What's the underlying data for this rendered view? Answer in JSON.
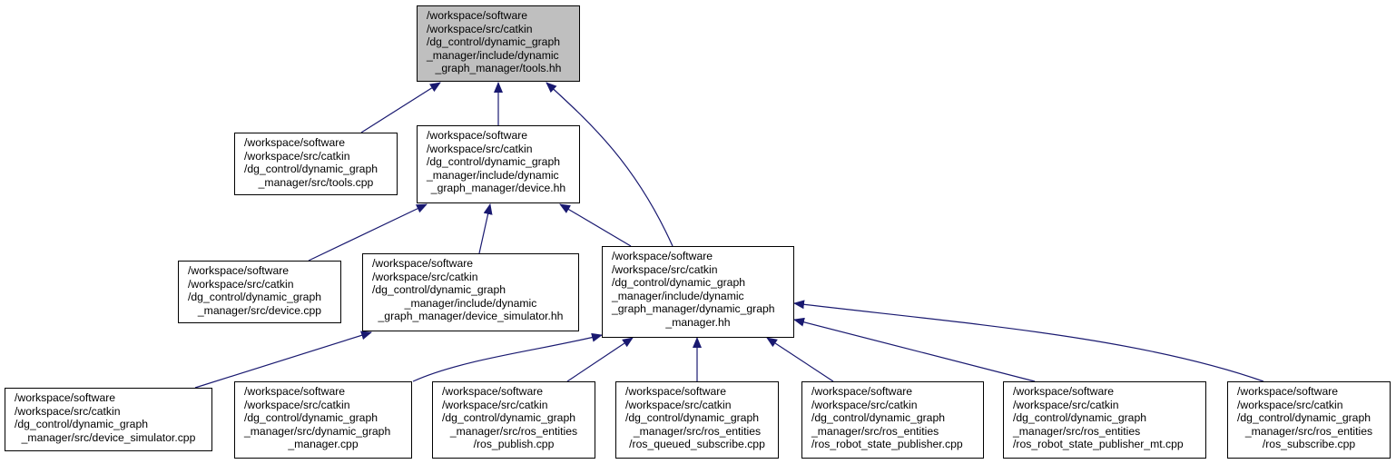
{
  "colors": {
    "edge": "#191970",
    "root_fill": "#bfbfbf",
    "node_fill": "#ffffff",
    "border": "#000000"
  },
  "nodes": {
    "tools_hh": {
      "lines": [
        "/workspace/software",
        "/workspace/src/catkin",
        "/dg_control/dynamic_graph",
        "_manager/include/dynamic",
        "_graph_manager/tools.hh"
      ]
    },
    "tools_cpp": {
      "lines": [
        "/workspace/software",
        "/workspace/src/catkin",
        "/dg_control/dynamic_graph",
        "_manager/src/tools.cpp"
      ]
    },
    "device_hh": {
      "lines": [
        "/workspace/software",
        "/workspace/src/catkin",
        "/dg_control/dynamic_graph",
        "_manager/include/dynamic",
        "_graph_manager/device.hh"
      ]
    },
    "device_cpp": {
      "lines": [
        "/workspace/software",
        "/workspace/src/catkin",
        "/dg_control/dynamic_graph",
        "_manager/src/device.cpp"
      ]
    },
    "device_sim_hh": {
      "lines": [
        "/workspace/software",
        "/workspace/src/catkin",
        "/dg_control/dynamic_graph",
        "_manager/include/dynamic",
        "_graph_manager/device_simulator.hh"
      ]
    },
    "dgm_hh": {
      "lines": [
        "/workspace/software",
        "/workspace/src/catkin",
        "/dg_control/dynamic_graph",
        "_manager/include/dynamic",
        "_graph_manager/dynamic_graph",
        "_manager.hh"
      ]
    },
    "device_sim_cpp": {
      "lines": [
        "/workspace/software",
        "/workspace/src/catkin",
        "/dg_control/dynamic_graph",
        "_manager/src/device_simulator.cpp"
      ]
    },
    "dgm_cpp": {
      "lines": [
        "/workspace/software",
        "/workspace/src/catkin",
        "/dg_control/dynamic_graph",
        "_manager/src/dynamic_graph",
        "_manager.cpp"
      ]
    },
    "ros_publish": {
      "lines": [
        "/workspace/software",
        "/workspace/src/catkin",
        "/dg_control/dynamic_graph",
        "_manager/src/ros_entities",
        "/ros_publish.cpp"
      ]
    },
    "ros_queued": {
      "lines": [
        "/workspace/software",
        "/workspace/src/catkin",
        "/dg_control/dynamic_graph",
        "_manager/src/ros_entities",
        "/ros_queued_subscribe.cpp"
      ]
    },
    "ros_rsp": {
      "lines": [
        "/workspace/software",
        "/workspace/src/catkin",
        "/dg_control/dynamic_graph",
        "_manager/src/ros_entities",
        "/ros_robot_state_publisher.cpp"
      ]
    },
    "ros_rsp_mt": {
      "lines": [
        "/workspace/software",
        "/workspace/src/catkin",
        "/dg_control/dynamic_graph",
        "_manager/src/ros_entities",
        "/ros_robot_state_publisher_mt.cpp"
      ]
    },
    "ros_subscribe": {
      "lines": [
        "/workspace/software",
        "/workspace/src/catkin",
        "/dg_control/dynamic_graph",
        "_manager/src/ros_entities",
        "/ros_subscribe.cpp"
      ]
    }
  },
  "edges": [
    {
      "from": "tools_cpp",
      "to": "tools_hh"
    },
    {
      "from": "device_hh",
      "to": "tools_hh"
    },
    {
      "from": "dgm_hh",
      "to": "tools_hh"
    },
    {
      "from": "device_cpp",
      "to": "device_hh"
    },
    {
      "from": "device_sim_hh",
      "to": "device_hh"
    },
    {
      "from": "dgm_hh",
      "to": "device_hh"
    },
    {
      "from": "device_sim_cpp",
      "to": "device_sim_hh"
    },
    {
      "from": "dgm_cpp",
      "to": "dgm_hh"
    },
    {
      "from": "ros_publish",
      "to": "dgm_hh"
    },
    {
      "from": "ros_queued",
      "to": "dgm_hh"
    },
    {
      "from": "ros_rsp",
      "to": "dgm_hh"
    },
    {
      "from": "ros_rsp_mt",
      "to": "dgm_hh"
    },
    {
      "from": "ros_subscribe",
      "to": "dgm_hh"
    }
  ]
}
